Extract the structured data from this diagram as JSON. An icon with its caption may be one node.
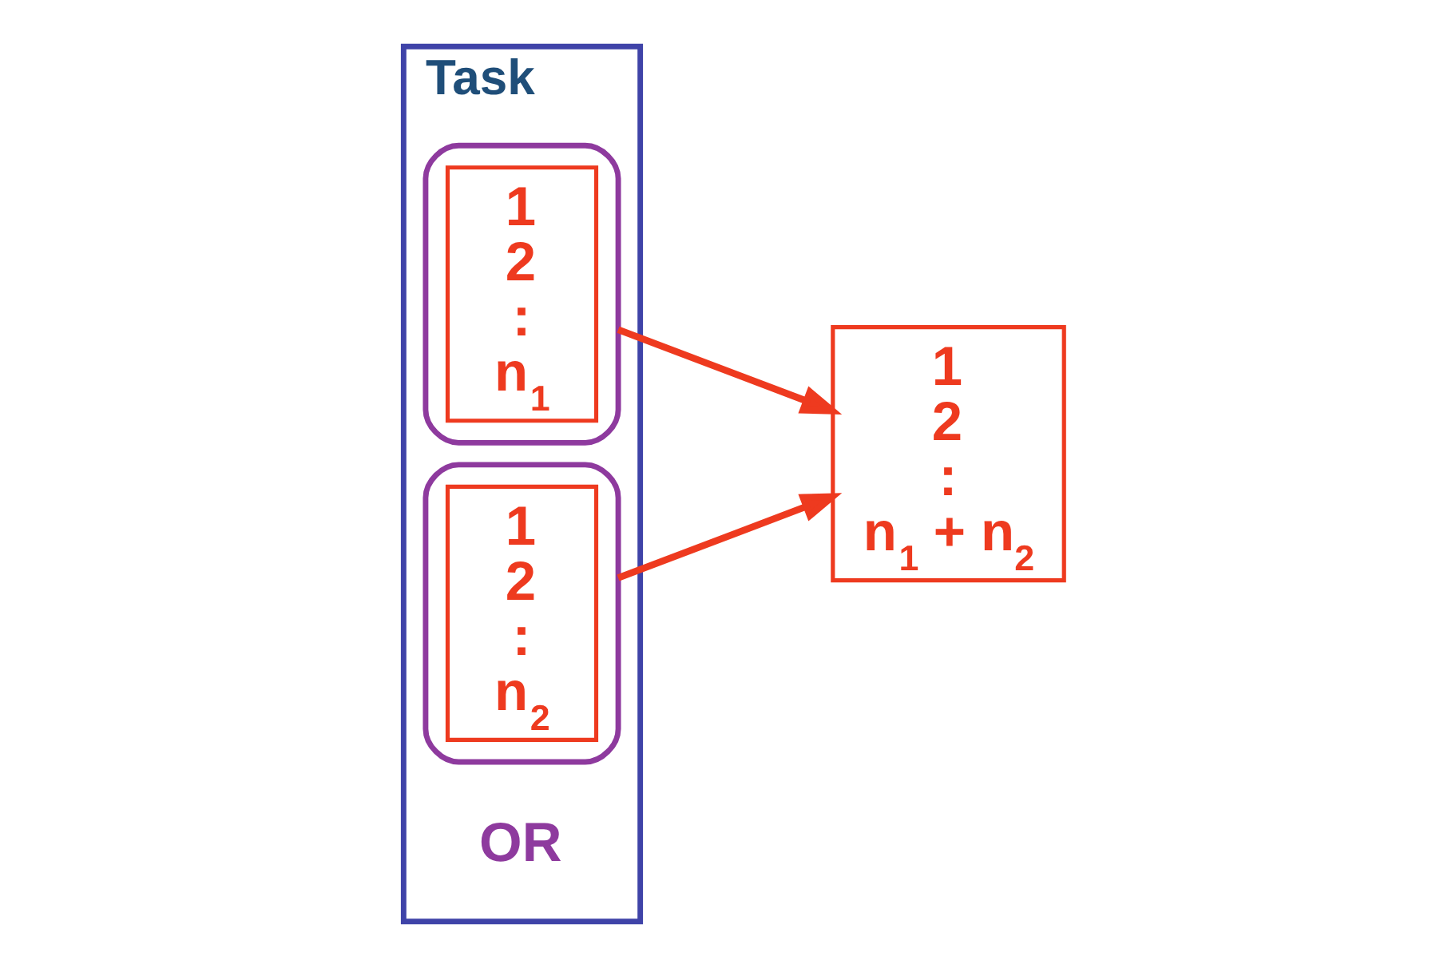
{
  "diagram": {
    "nodes": [
      {
        "text": [
          "Task"
        ]
      },
      {
        "text": [],
        "shape": "box",
        "in": 0
      },
      {
        "text": [
          "1",
          "2",
          ":",
          "n$_{1}$"
        ],
        "in": 1
      },
      {
        "text": [],
        "shape": "box",
        "in": 0
      },
      {
        "text": [
          "1",
          "2",
          ":",
          "n$_{2}$"
        ],
        "in": 3
      },
      {
        "text": [
          "1",
          "2",
          ":",
          "n$_{1}$ + n$_{2}$"
        ]
      }
    ],
    "edges": [
      {
        "from": 1,
        "to": 5,
        "arrow": "to"
      },
      {
        "from": 3,
        "to": 5,
        "arrow": "to"
      }
    ],
    "labels": [
      "OR"
    ]
  }
}
